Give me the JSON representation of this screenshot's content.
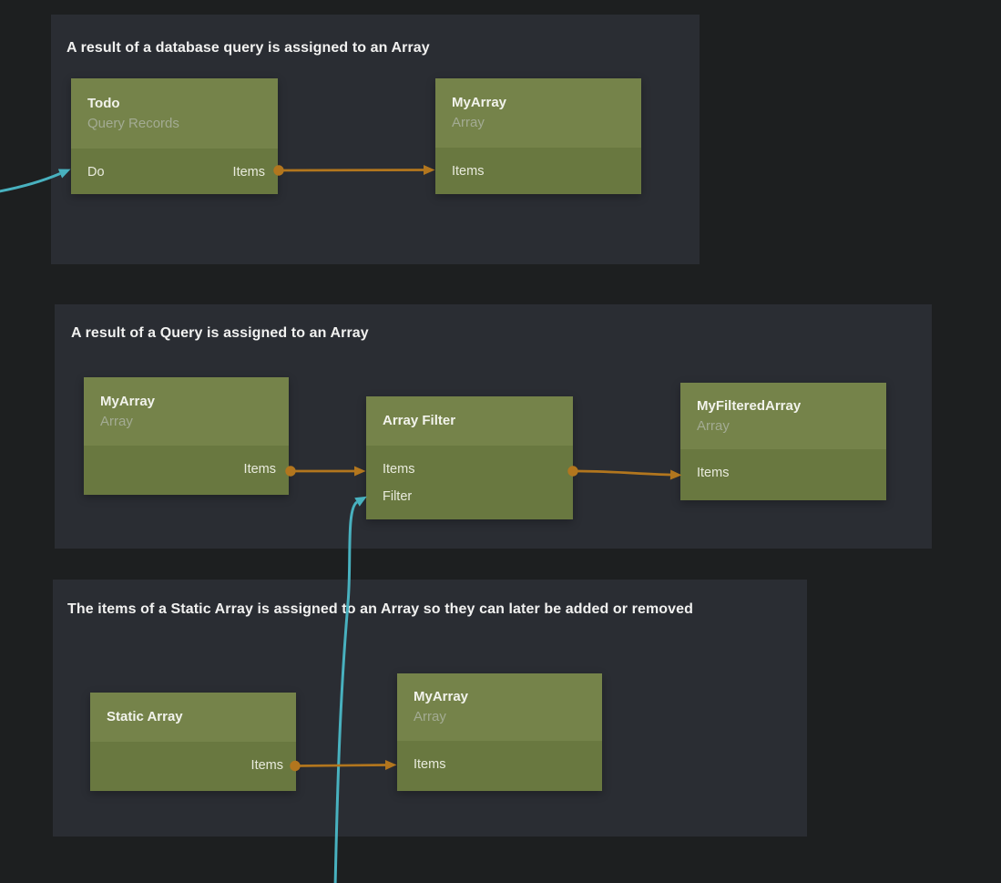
{
  "colors": {
    "canvas_bg": "#1d1f20",
    "panel_bg": "#2a2d33",
    "node_header_bg": "#75834a",
    "node_body_bg": "#697840",
    "node_title_text": "#f2f3ec",
    "node_subtitle_text": "#a3ab93",
    "port_text": "#e9ebdd",
    "group_title_text": "#f1f1f0",
    "conn_orange": "#b2761e",
    "conn_teal": "#48b1bf"
  },
  "groups": [
    {
      "title": "A result of a database query is assigned to an Array",
      "nodes": [
        {
          "title": "Todo",
          "subtitle": "Query Records",
          "inputs": [
            "Do"
          ],
          "outputs": [
            "Items"
          ]
        },
        {
          "title": "MyArray",
          "subtitle": "Array",
          "inputs": [
            "Items"
          ],
          "outputs": []
        }
      ]
    },
    {
      "title": "A result of a Query is assigned to an Array",
      "nodes": [
        {
          "title": "MyArray",
          "subtitle": "Array",
          "inputs": [],
          "outputs": [
            "Items"
          ]
        },
        {
          "title": "Array Filter",
          "subtitle": "",
          "inputs": [
            "Items",
            "Filter"
          ],
          "outputs": []
        },
        {
          "title": "MyFilteredArray",
          "subtitle": "Array",
          "inputs": [
            "Items"
          ],
          "outputs": []
        }
      ]
    },
    {
      "title": "The items of a Static Array is assigned to an Array so they can later be added or removed",
      "nodes": [
        {
          "title": "Static Array",
          "subtitle": "",
          "inputs": [],
          "outputs": [
            "Items"
          ]
        },
        {
          "title": "MyArray",
          "subtitle": "Array",
          "inputs": [
            "Items"
          ],
          "outputs": []
        }
      ]
    }
  ],
  "connections": [
    {
      "from": "offscreen-left",
      "to": "Todo.Do",
      "color": "teal"
    },
    {
      "from": "Todo.Items",
      "to": "MyArray.Items",
      "color": "orange"
    },
    {
      "from": "MyArray.Items",
      "to": "Array Filter.Items",
      "color": "orange"
    },
    {
      "from": "Array Filter.output",
      "to": "MyFilteredArray.Items",
      "color": "orange"
    },
    {
      "from": "offscreen-bottom",
      "to": "Array Filter.Filter",
      "color": "teal"
    },
    {
      "from": "Static Array.Items",
      "to": "MyArray.Items",
      "color": "orange"
    }
  ]
}
